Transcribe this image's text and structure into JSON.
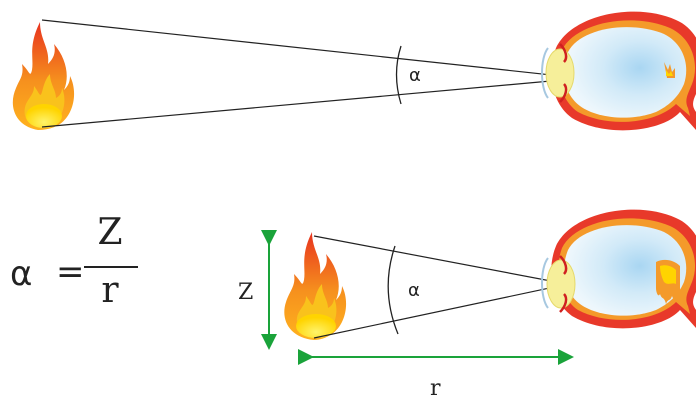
{
  "top_diagram": {
    "angle_label": "α"
  },
  "bottom_diagram": {
    "angle_label": "α",
    "height_label": "Z",
    "distance_label": "r"
  },
  "formula": {
    "lhs": "α",
    "equals": "=",
    "numerator": "Z",
    "denominator": "r"
  },
  "colors": {
    "line": "#222222",
    "arrow": "#1aa33a",
    "sclera_outer": "#e8392a",
    "sclera_mid": "#f49a2a",
    "eye_inner": "#d8ecf8",
    "lens": "#f6ef9a",
    "flame_outer": "#e8321e",
    "flame_mid": "#f6911e",
    "flame_core": "#ffe100"
  }
}
